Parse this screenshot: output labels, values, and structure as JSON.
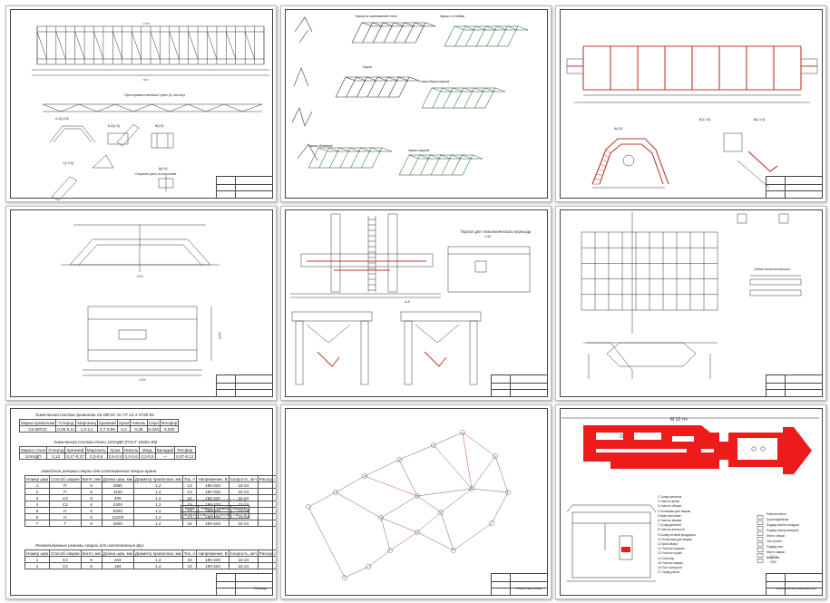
{
  "sheet1": {
    "caption": "Пространственный узел (4 листа)",
    "view_labels": [
      "А-А(1:20)",
      "Б-Б(1:5)",
      "В(1:5)",
      "Г(1:2.5)",
      "Д(1:4)"
    ],
    "note": "Опорные узлы по колоннам"
  },
  "sheet2": {
    "captions": [
      "Каркас из оцинкованной стали",
      "Каркас с отгибами",
      "Каркас",
      "Схема сборки каркаса",
      "Каркас объёмный",
      "Каркас сварной"
    ]
  },
  "sheet3": {
    "view_labels": [
      "А(1:5)",
      "Б(1:2.5)",
      "В(1:2.5)"
    ]
  },
  "sheet4": {
    "dims": [
      "1200",
      "2400",
      "6000"
    ]
  },
  "sheet5": {
    "title": "Портал для технологического перехода",
    "scale": "1:40",
    "view_label": "А-А"
  },
  "sheet6": {
    "label": "Схема технологического"
  },
  "sheet7": {
    "title1": "Химический состав проволоки Св-08Г2С по ТУ 14-1-3735-84",
    "table1": {
      "headers": [
        "Марка проволоки",
        "Углерод",
        "Марганец",
        "Кремний",
        "Хром",
        "Никель",
        "Сера",
        "Фосфор"
      ],
      "rows": [
        [
          "Св-08Г2С",
          "0,05-0,11",
          "1,8-2,1",
          "0,7-0,95",
          "0,2",
          "0,25",
          "0,025",
          "0,030"
        ]
      ]
    },
    "title2": "Химический состав стали 10ХНДП (ГОСТ 19281-89)",
    "table2": {
      "headers": [
        "Марка стали",
        "Углерод",
        "Кремний",
        "Марганец",
        "Хром",
        "Никель",
        "Медь",
        "Ванадий",
        "Фосфор"
      ],
      "rows": [
        [
          "10ХНДП",
          "0,12",
          "0,17-0,37",
          "0,3-0,6",
          "0,5-0,8",
          "0,3-0,6",
          "0,3-0,5",
          "—",
          "0,07-0,12"
        ]
      ]
    },
    "title3": "Заводские режимы сварки для изготовления секции крана",
    "table3": {
      "headers": [
        "Номер шва",
        "Способ сварки",
        "Катет, мм",
        "Длина шва, мм",
        "Диаметр проволоки, мм",
        "Ток, А",
        "Напряжение, В",
        "Скорость, м/ч",
        "Расход газа, л/мин"
      ],
      "rows": [
        [
          "1",
          "П",
          "5",
          "2850",
          "1,2",
          "13",
          "190-220",
          "22-24",
          "40"
        ],
        [
          "2",
          "П",
          "5",
          "1100",
          "1,2",
          "13",
          "190-220",
          "22-24",
          "40"
        ],
        [
          "3",
          "С2",
          "6",
          "400",
          "1,2",
          "15",
          "190-220",
          "22-24",
          "40"
        ],
        [
          "4",
          "С2",
          "6",
          "2400",
          "1,2",
          "15",
          "190-220",
          "22-24",
          "40"
        ],
        [
          "5",
          "Н",
          "5",
          "5400",
          "1,2",
          "13",
          "190-220",
          "22-24",
          "40"
        ],
        [
          "6",
          "Н",
          "5",
          "12200",
          "1,2",
          "13",
          "190-220",
          "22-24",
          "40"
        ],
        [
          "7",
          "Т",
          "6",
          "2600",
          "1,2",
          "15",
          "190-220",
          "22-24",
          "40"
        ]
      ]
    },
    "title4": "Рекомендуемые режимы сварки для изготовления фуз",
    "table4": {
      "headers": [
        "Номер шва",
        "Способ сварки",
        "Катет, мм",
        "Длина шва, мм",
        "Диаметр проволоки, мм",
        "Ток, А",
        "Напряжение, В",
        "Скорость, м/ч",
        "Расход газа, л/мин"
      ],
      "rows": [
        [
          "1",
          "С2",
          "6",
          "344",
          "1,2",
          "15",
          "190-220",
          "22-24",
          "40"
        ],
        [
          "2",
          "С2",
          "6",
          "184",
          "1,2",
          "15",
          "190-220",
          "22-24",
          "40"
        ]
      ]
    },
    "side_title": "Химический состав металла шва (ГОСТ 2246-70)",
    "side_table": {
      "headers": [
        "Марка",
        "Углерод",
        "Кремний",
        "Марганец"
      ],
      "rows": [
        [
          "Св-08Г2С",
          "0,06-0,11",
          "0,70-0,95",
          "1,80-2,10"
        ]
      ]
    },
    "stamp": "Таблицы"
  },
  "sheet8": {
    "stamp": "Расчётная схема"
  },
  "sheet9": {
    "title": "М 10 т/ч",
    "legend": [
      "1 Склад металла",
      "2 Участок резки",
      "3 Участок сборки",
      "4 Установка для сварки",
      "5 Кран мостовой",
      "6 Участок правки",
      "7 Склад деталей",
      "8 Участок контроля",
      "9 Склад готовой продукции",
      "10 Установка для сварки",
      "11 Кран-балка",
      "12 Участок окраски",
      "13 Участок сушки",
      "14 Стеллаж",
      "15 Участок сварки",
      "16 Пост контроля",
      "17 Склад узлов"
    ],
    "symbols": [
      "Рабочее место",
      "Грузоподъёмник",
      "Подвод сжатого воздуха",
      "Подвод электроэнергии",
      "Место сборки",
      "Ось колонн",
      "Подвод газа",
      "Место сварки",
      "Ввод газа"
    ],
    "symbol_codes": [
      "СУ-2",
      "ОБС"
    ],
    "stamp": "Технологическая планировка цеха"
  }
}
